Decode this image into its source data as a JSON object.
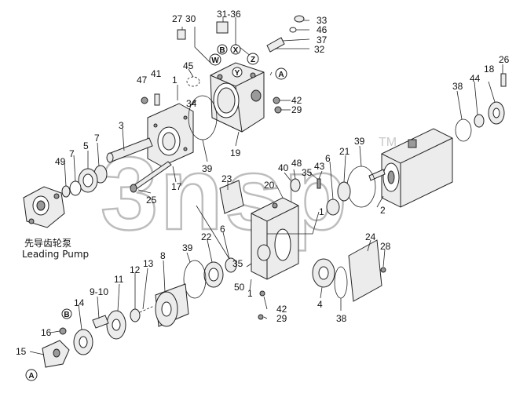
{
  "watermark": {
    "text": "3nsp",
    "tm": "TM"
  },
  "caption": {
    "chinese": "先导齿轮泵",
    "english": "Leading Pump"
  },
  "refs": {
    "A": "A",
    "B": "B",
    "W": "W",
    "X": "X",
    "Y": "Y",
    "Z": "Z"
  },
  "labels": {
    "l27": "27",
    "l30": "30",
    "l31_36": "31-36",
    "l33": "33",
    "l46": "46",
    "l37": "37",
    "l32": "32",
    "l45": "45",
    "l47": "47",
    "l41": "41",
    "l1a": "1",
    "l34": "34",
    "l42a": "42",
    "l29a": "29",
    "l26": "26",
    "l38a": "38",
    "l44": "44",
    "l18": "18",
    "l3": "3",
    "l7a": "7",
    "l5": "5",
    "l49": "49",
    "l7b": "7",
    "l39a": "39",
    "l19": "19",
    "l17": "17",
    "l25": "25",
    "l21": "21",
    "l39b": "39",
    "l48": "48",
    "l40": "40",
    "l35a": "35",
    "l43": "43",
    "l6a": "6",
    "l1b": "1",
    "l2": "2",
    "l20": "20",
    "l23": "23",
    "l22": "22",
    "l6b": "6",
    "l24": "24",
    "l28": "28",
    "l39c": "39",
    "l8": "8",
    "l13": "13",
    "l12": "12",
    "l11": "11",
    "l9_10": "9-10",
    "l14": "14",
    "l16": "16",
    "l15": "15",
    "l35b": "35",
    "l50": "50",
    "l1c": "1",
    "l42b": "42",
    "l29b": "29",
    "l4": "4",
    "l38b": "38"
  }
}
